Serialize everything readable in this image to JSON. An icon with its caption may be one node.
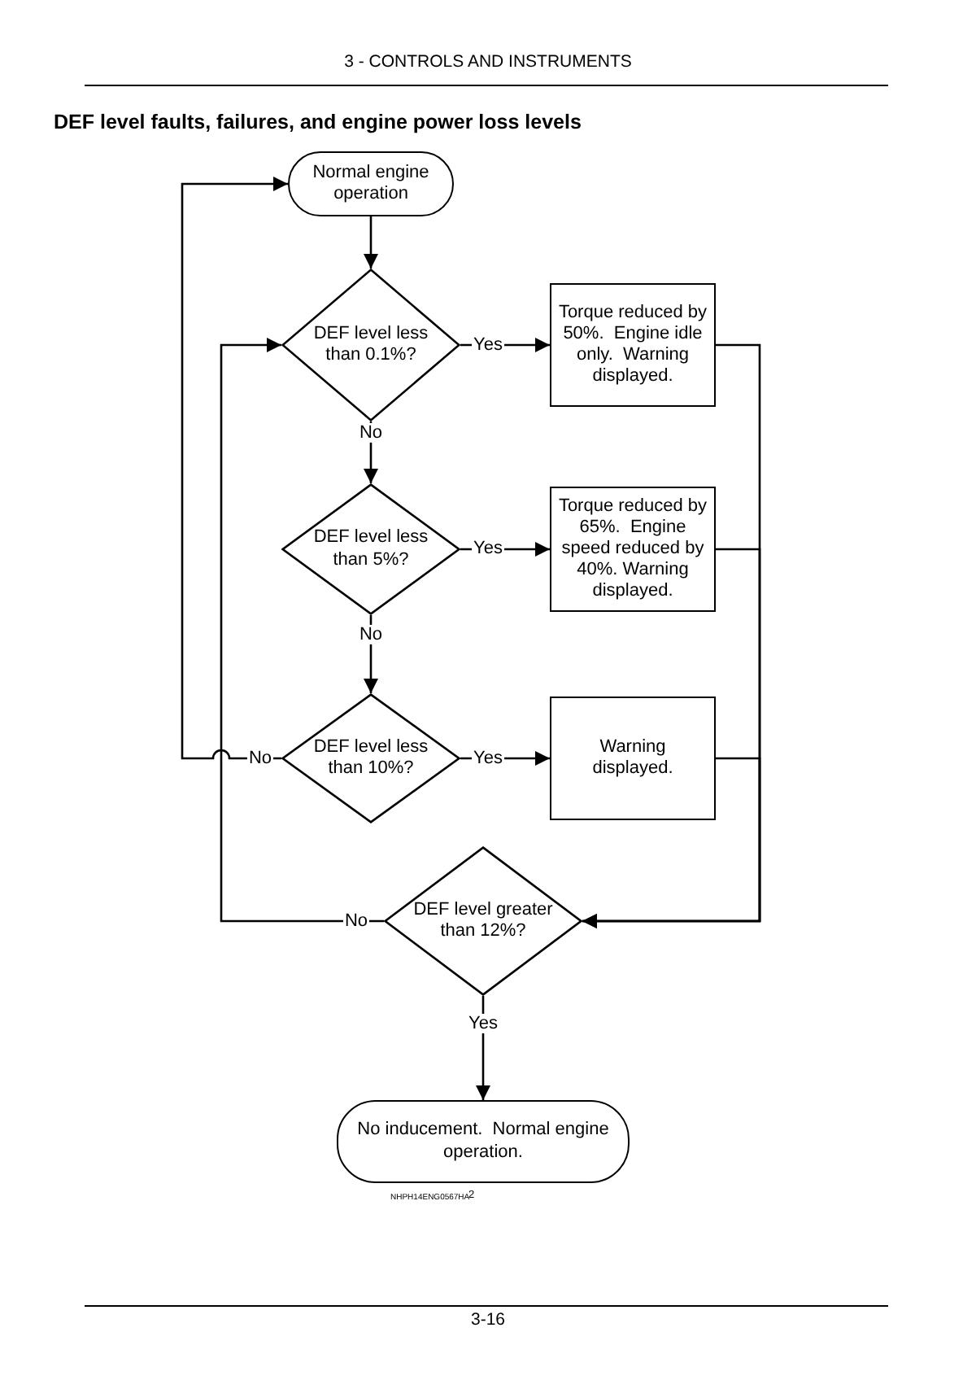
{
  "diagram": {
    "title": "DEF level faults, failures, and engine power loss levels",
    "nodes": [
      {
        "text": [
          "Normal engine operation"
        ]
      },
      {
        "text": [
          "DEF level less than 0.1%?"
        ]
      },
      {
        "text": [
          "Torque reduced by 50%.  Engine idle only.  Warning displayed."
        ]
      },
      {
        "text": [
          "DEF level less than 5%?"
        ]
      },
      {
        "text": [
          "Torque reduced by 65%.  Engine speed reduced by 40%. Warning displayed."
        ]
      },
      {
        "text": [
          "DEF level less than 10%?"
        ]
      },
      {
        "text": [
          "Warning displayed."
        ]
      },
      {
        "text": [
          "DEF level greater than 12%?"
        ]
      },
      {
        "text": [
          "No inducement.  Normal engine operation."
        ]
      }
    ],
    "edges": [
      {
        "from": 0,
        "to": 1,
        "arrow": "to"
      },
      {
        "from": 1,
        "to": 2,
        "arrow": "to",
        "label": "Yes"
      },
      {
        "from": 1,
        "to": 3,
        "arrow": "to",
        "label": "No"
      },
      {
        "from": 3,
        "to": 4,
        "arrow": "to",
        "label": "Yes"
      },
      {
        "from": 3,
        "to": 5,
        "arrow": "to",
        "label": "No"
      },
      {
        "from": 5,
        "to": 6,
        "arrow": "to",
        "label": "Yes"
      },
      {
        "from": 5,
        "to": 0,
        "arrow": "to",
        "label": "No"
      },
      {
        "from": 2,
        "to": 7,
        "arrow": "to"
      },
      {
        "from": 4,
        "to": 7,
        "arrow": "to"
      },
      {
        "from": 6,
        "to": 7,
        "arrow": "to"
      },
      {
        "from": 7,
        "to": 1,
        "arrow": "to",
        "label": "No"
      },
      {
        "from": 7,
        "to": 8,
        "arrow": "to",
        "label": "Yes"
      }
    ],
    "labels": [
      "3 - CONTROLS AND INSTRUMENTS",
      "NHPH14ENG0567HA",
      "2",
      "3-16"
    ]
  }
}
